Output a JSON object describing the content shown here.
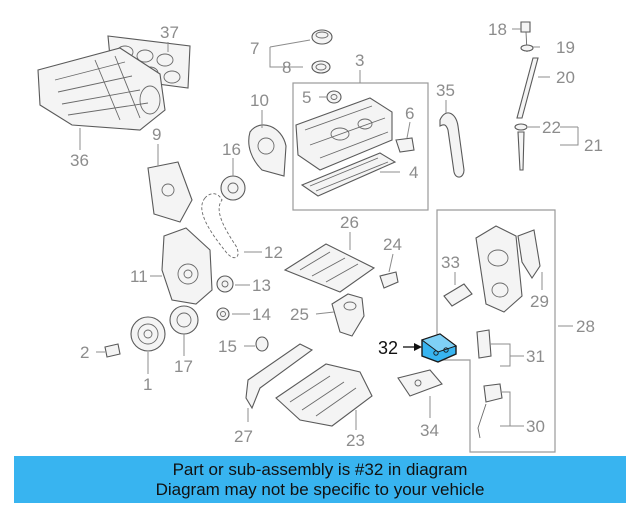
{
  "callouts": {
    "c1": "1",
    "c2": "2",
    "c3": "3",
    "c4": "4",
    "c5": "5",
    "c6": "6",
    "c7": "7",
    "c8": "8",
    "c9": "9",
    "c10": "10",
    "c11": "11",
    "c12": "12",
    "c13": "13",
    "c14": "14",
    "c15": "15",
    "c16": "16",
    "c17": "17",
    "c18": "18",
    "c19": "19",
    "c20": "20",
    "c21": "21",
    "c22": "22",
    "c23": "23",
    "c24": "24",
    "c25": "25",
    "c26": "26",
    "c27": "27",
    "c28": "28",
    "c29": "29",
    "c30": "30",
    "c31": "31",
    "c32": "32",
    "c33": "33",
    "c34": "34",
    "c35": "35",
    "c36": "36",
    "c37": "37"
  },
  "highlight": {
    "part_number": "32",
    "color": "#38b4f0"
  },
  "footer": {
    "line1": "Part or sub-assembly is #32 in diagram",
    "line2": "Diagram may not be specific to your vehicle",
    "background": "#38b4f0"
  }
}
